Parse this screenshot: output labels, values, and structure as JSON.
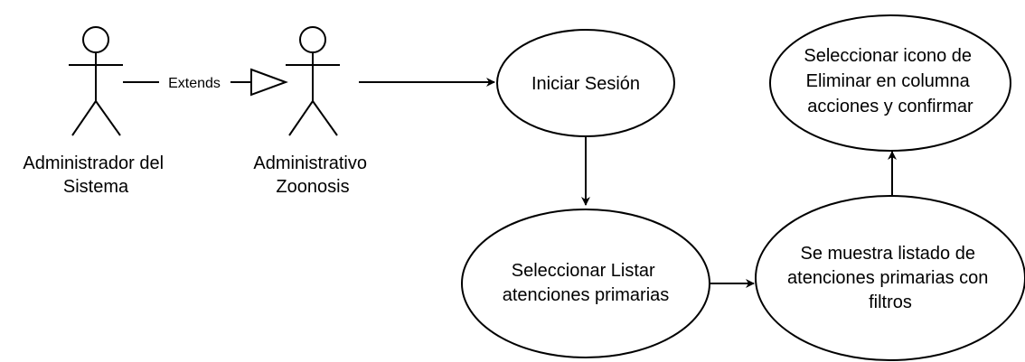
{
  "actors": [
    {
      "id": "admin-sistema",
      "lines": [
        "Administrador del",
        "Sistema"
      ]
    },
    {
      "id": "admin-zoonosis",
      "lines": [
        "Administrativo",
        "Zoonosis"
      ]
    }
  ],
  "relationships": {
    "extends": {
      "label": "Extends"
    }
  },
  "use_cases": [
    {
      "id": "iniciar-sesion",
      "lines": [
        "Iniciar Sesión"
      ]
    },
    {
      "id": "seleccionar-listar",
      "lines": [
        "Seleccionar Listar",
        "atenciones primarias"
      ]
    },
    {
      "id": "listado-filtros",
      "lines": [
        "Se muestra listado de",
        "atenciones primarias con",
        "filtros"
      ]
    },
    {
      "id": "eliminar",
      "lines": [
        "Seleccionar icono de",
        "Eliminar en columna",
        "acciones y confirmar"
      ]
    }
  ]
}
